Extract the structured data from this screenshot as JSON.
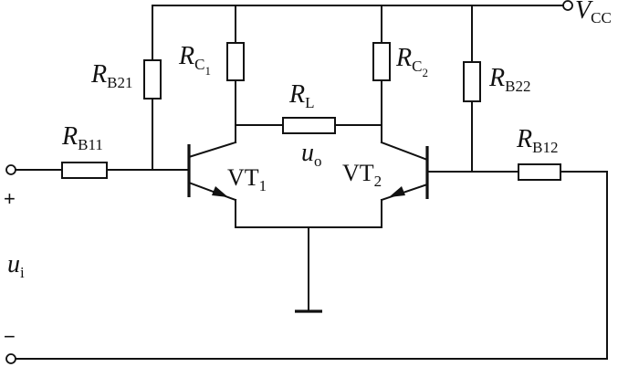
{
  "supply": {
    "symbol": "V",
    "subscript": "CC"
  },
  "resistors": {
    "rb21": {
      "symbol": "R",
      "subscript": "B21"
    },
    "rb22": {
      "symbol": "R",
      "subscript": "B22"
    },
    "rc1": {
      "symbol": "R",
      "subscript": "C",
      "subsub": "1"
    },
    "rc2": {
      "symbol": "R",
      "subscript": "C",
      "subsub": "2"
    },
    "rl": {
      "symbol": "R",
      "subscript": "L"
    },
    "rb11": {
      "symbol": "R",
      "subscript": "B11"
    },
    "rb12": {
      "symbol": "R",
      "subscript": "B12"
    }
  },
  "transistors": {
    "vt1": {
      "name": "VT",
      "subscript": "1"
    },
    "vt2": {
      "name": "VT",
      "subscript": "2"
    }
  },
  "output": {
    "symbol": "u",
    "subscript": "o"
  },
  "input": {
    "symbol": "u",
    "subscript": "i",
    "plus": "+",
    "minus": "−"
  }
}
